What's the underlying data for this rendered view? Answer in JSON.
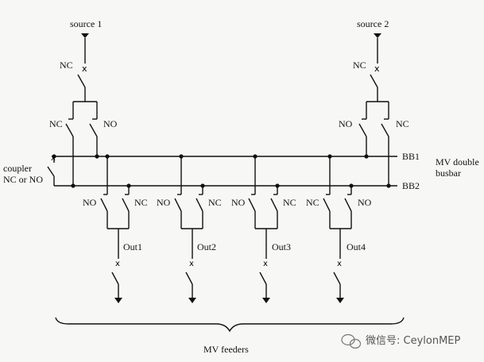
{
  "sources": {
    "source1": "source 1",
    "source2": "source 2"
  },
  "busbars": {
    "bb1": "BB1",
    "bb2": "BB2",
    "title_line1": "MV double",
    "title_line2": "busbar"
  },
  "coupler": {
    "line1": "coupler",
    "line2": "NC or NO"
  },
  "switch_labels": {
    "s1_incomer": "NC",
    "s1_left": "NC",
    "s1_right": "NO",
    "s2_incomer": "NC",
    "s2_left": "NO",
    "s2_right": "NC",
    "out1_left": "NO",
    "out1_right": "NC",
    "out2_left": "NO",
    "out2_right": "NC",
    "out3_left": "NO",
    "out3_right": "NC",
    "out4_left": "NC",
    "out4_right": "NO"
  },
  "outputs": [
    "Out1",
    "Out2",
    "Out3",
    "Out4"
  ],
  "feeders_label": "MV feeders",
  "watermark": "微信号: CeylonMEP"
}
